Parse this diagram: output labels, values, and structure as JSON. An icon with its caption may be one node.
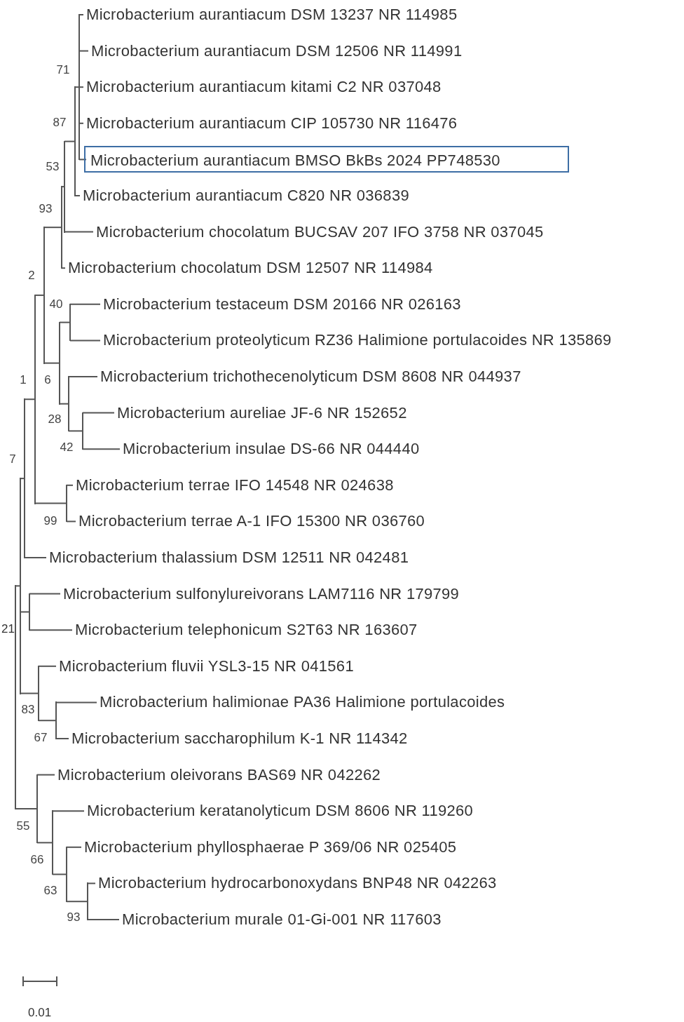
{
  "diagram": {
    "nodes": [
      {
        "text": [
          "Microbacterium aurantiacum DSM 13237 NR 114985"
        ]
      },
      {
        "text": [
          "Microbacterium aurantiacum DSM 12506 NR 114991"
        ]
      },
      {
        "text": [
          "Microbacterium aurantiacum kitami C2 NR 037048"
        ]
      },
      {
        "text": [
          "Microbacterium aurantiacum CIP 105730 NR 116476"
        ]
      },
      {
        "text": [],
        "shape": "box"
      },
      {
        "text": [
          "Microbacterium aurantiacum BMSO BkBs 2024 PP748530"
        ],
        "in": 4
      },
      {
        "text": [
          "Microbacterium aurantiacum C820 NR 036839"
        ]
      },
      {
        "text": [
          "Microbacterium chocolatum BUCSAV 207 IFO 3758 NR 037045"
        ]
      },
      {
        "text": [
          "Microbacterium chocolatum DSM 12507 NR 114984"
        ]
      },
      {
        "text": [
          "Microbacterium testaceum DSM 20166 NR 026163"
        ]
      },
      {
        "text": [
          "Microbacterium proteolyticum RZ36 Halimione portulacoides NR 135869"
        ]
      },
      {
        "text": [
          "Microbacterium trichothecenolyticum DSM 8608 NR 044937"
        ]
      },
      {
        "text": [
          "Microbacterium aureliae JF-6 NR 152652"
        ]
      },
      {
        "text": [
          "Microbacterium insulae DS-66 NR 044440"
        ]
      },
      {
        "text": [
          "Microbacterium terrae IFO 14548 NR 024638"
        ]
      },
      {
        "text": [
          "Microbacterium terrae A-1 IFO 15300 NR 036760"
        ]
      },
      {
        "text": [
          "Microbacterium thalassium DSM 12511 NR 042481"
        ]
      },
      {
        "text": [
          "Microbacterium sulfonylureivorans LAM7116 NR 179799"
        ]
      },
      {
        "text": [
          "Microbacterium telephonicum S2T63 NR 163607"
        ]
      },
      {
        "text": [
          "Microbacterium fluvii YSL3-15 NR 041561"
        ]
      },
      {
        "text": [
          "Microbacterium halimionae PA36 Halimione portulacoides"
        ]
      },
      {
        "text": [
          "Microbacterium saccharophilum K-1 NR 114342"
        ]
      },
      {
        "text": [
          "Microbacterium oleivorans BAS69 NR 042262"
        ]
      },
      {
        "text": [
          "Microbacterium keratanolyticum DSM 8606 NR 119260"
        ]
      },
      {
        "text": [
          "Microbacterium phyllosphaerae P 369/06 NR 025405"
        ]
      },
      {
        "text": [
          "Microbacterium hydrocarbonoxydans BNP48 NR 042263"
        ]
      },
      {
        "text": [
          "Microbacterium murale 01-Gi-001 NR 117603"
        ]
      },
      {
        "text": [],
        "shape": "bar"
      },
      {
        "text": [],
        "shape": "bar"
      },
      {
        "text": [],
        "shape": "bar",
        "beside": [
          "7"
        ]
      },
      {
        "text": [],
        "shape": "bar"
      },
      {
        "text": [],
        "shape": "bar",
        "beside": [
          "1"
        ]
      },
      {
        "text": [],
        "shape": "bar",
        "beside": [
          "55"
        ]
      },
      {
        "text": [],
        "shape": "bar",
        "beside": [
          "83"
        ]
      },
      {
        "text": [],
        "shape": "bar",
        "beside": [
          "2"
        ]
      },
      {
        "text": [],
        "shape": "bar",
        "beside": [
          "66"
        ]
      },
      {
        "text": [],
        "shape": "bar",
        "beside": [
          "67"
        ]
      },
      {
        "text": [],
        "shape": "bar",
        "beside": [
          "6"
        ]
      },
      {
        "text": [],
        "shape": "bar",
        "beside": [
          "93"
        ]
      },
      {
        "text": [],
        "shape": "bar",
        "beside": [
          "53"
        ]
      },
      {
        "text": [],
        "shape": "bar",
        "beside": [
          "63"
        ]
      },
      {
        "text": [],
        "shape": "bar",
        "beside": [
          "99"
        ]
      },
      {
        "text": [],
        "shape": "bar",
        "beside": [
          "28"
        ]
      },
      {
        "text": [],
        "shape": "bar",
        "beside": [
          "40"
        ]
      },
      {
        "text": [],
        "shape": "bar",
        "beside": [
          "87"
        ]
      },
      {
        "text": [],
        "shape": "bar",
        "beside": [
          "71"
        ]
      },
      {
        "text": [],
        "shape": "bar",
        "beside": [
          "42"
        ]
      },
      {
        "text": [],
        "shape": "bar",
        "beside": [
          "93"
        ]
      }
    ],
    "edges": [
      {
        "from": 27,
        "to": 28,
        "arrow": "none"
      },
      {
        "from": 27,
        "to": 32,
        "arrow": "none"
      },
      {
        "from": 28,
        "to": 29,
        "arrow": "none"
      },
      {
        "from": 28,
        "to": 30,
        "arrow": "none"
      },
      {
        "from": 28,
        "to": 33,
        "arrow": "none"
      },
      {
        "from": 29,
        "to": 31,
        "arrow": "none"
      },
      {
        "from": 29,
        "to": 16,
        "arrow": "none"
      },
      {
        "from": 30,
        "to": 17,
        "arrow": "none"
      },
      {
        "from": 30,
        "to": 18,
        "arrow": "none"
      },
      {
        "from": 31,
        "to": 34,
        "arrow": "none"
      },
      {
        "from": 31,
        "to": 41,
        "arrow": "none"
      },
      {
        "from": 32,
        "to": 22,
        "arrow": "none"
      },
      {
        "from": 32,
        "to": 35,
        "arrow": "none"
      },
      {
        "from": 33,
        "to": 19,
        "arrow": "none"
      },
      {
        "from": 33,
        "to": 36,
        "arrow": "none"
      },
      {
        "from": 34,
        "to": 38,
        "arrow": "none"
      },
      {
        "from": 34,
        "to": 37,
        "arrow": "none"
      },
      {
        "from": 35,
        "to": 23,
        "arrow": "none"
      },
      {
        "from": 35,
        "to": 40,
        "arrow": "none"
      },
      {
        "from": 36,
        "to": 20,
        "arrow": "none"
      },
      {
        "from": 36,
        "to": 21,
        "arrow": "none"
      },
      {
        "from": 37,
        "to": 43,
        "arrow": "none"
      },
      {
        "from": 37,
        "to": 42,
        "arrow": "none"
      },
      {
        "from": 38,
        "to": 39,
        "arrow": "none"
      },
      {
        "from": 38,
        "to": 8,
        "arrow": "none"
      },
      {
        "from": 39,
        "to": 44,
        "arrow": "none"
      },
      {
        "from": 39,
        "to": 7,
        "arrow": "none"
      },
      {
        "from": 40,
        "to": 24,
        "arrow": "none"
      },
      {
        "from": 40,
        "to": 47,
        "arrow": "none"
      },
      {
        "from": 41,
        "to": 14,
        "arrow": "none"
      },
      {
        "from": 41,
        "to": 15,
        "arrow": "none"
      },
      {
        "from": 42,
        "to": 11,
        "arrow": "none"
      },
      {
        "from": 42,
        "to": 46,
        "arrow": "none"
      },
      {
        "from": 43,
        "to": 9,
        "arrow": "none"
      },
      {
        "from": 43,
        "to": 10,
        "arrow": "none"
      },
      {
        "from": 44,
        "to": 45,
        "arrow": "none"
      },
      {
        "from": 44,
        "to": 6,
        "arrow": "none"
      },
      {
        "from": 45,
        "to": 0,
        "arrow": "none"
      },
      {
        "from": 45,
        "to": 1,
        "arrow": "none"
      },
      {
        "from": 45,
        "to": 2,
        "arrow": "none"
      },
      {
        "from": 45,
        "to": 3,
        "arrow": "none"
      },
      {
        "from": 45,
        "to": 5,
        "arrow": "none"
      },
      {
        "from": 46,
        "to": 12,
        "arrow": "none"
      },
      {
        "from": 46,
        "to": 13,
        "arrow": "none"
      },
      {
        "from": 47,
        "to": 25,
        "arrow": "none"
      },
      {
        "from": 47,
        "to": 26,
        "arrow": "none"
      }
    ],
    "labels": [
      "21",
      "0.01"
    ]
  }
}
